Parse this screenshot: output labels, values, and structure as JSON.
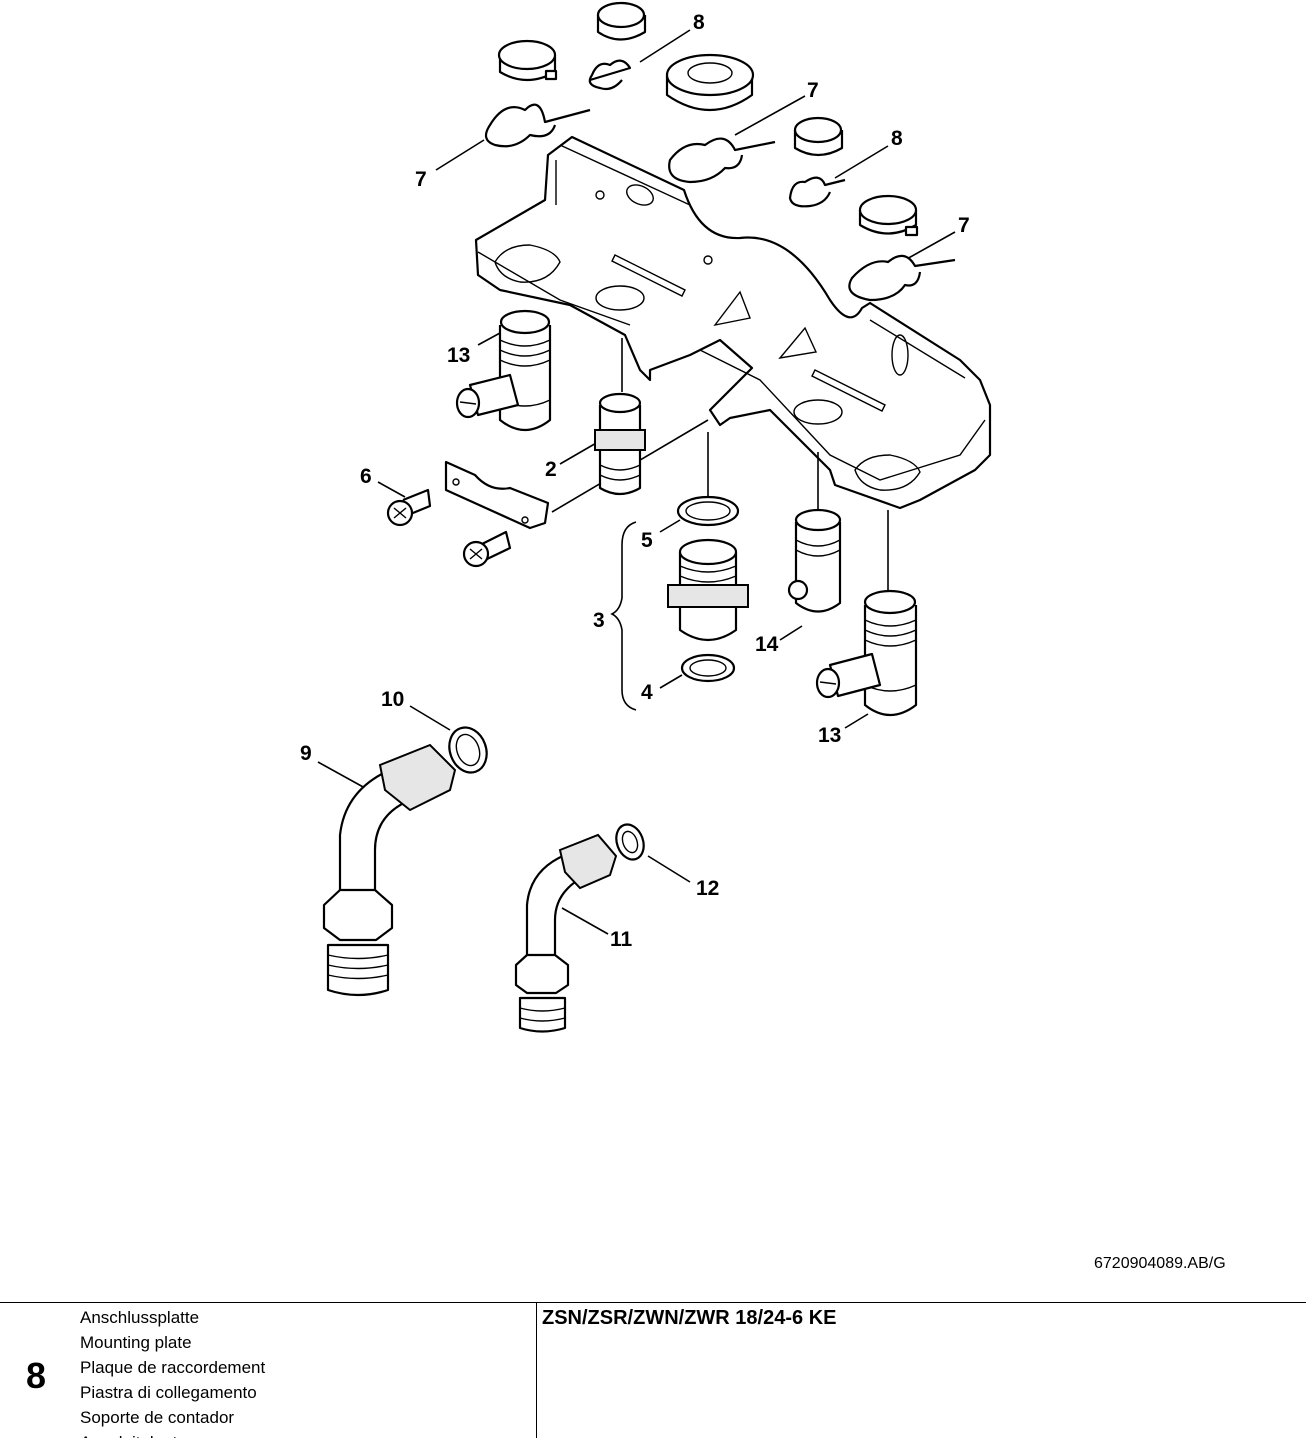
{
  "diagram": {
    "callouts": [
      "8",
      "7",
      "7",
      "8",
      "7",
      "13",
      "2",
      "6",
      "5",
      "3",
      "14",
      "4",
      "13",
      "10",
      "9",
      "12",
      "11"
    ]
  },
  "drawing_code": "6720904089.AB/G",
  "footer": {
    "figure_number": "8",
    "titles": [
      "Anschlussplatte",
      "Mounting plate",
      "Plaque de raccordement",
      "Piastra di collegamento",
      "Soporte de contador",
      "Aansluitplaat"
    ],
    "model": "ZSN/ZSR/ZWN/ZWR 18/24-6 KE"
  }
}
